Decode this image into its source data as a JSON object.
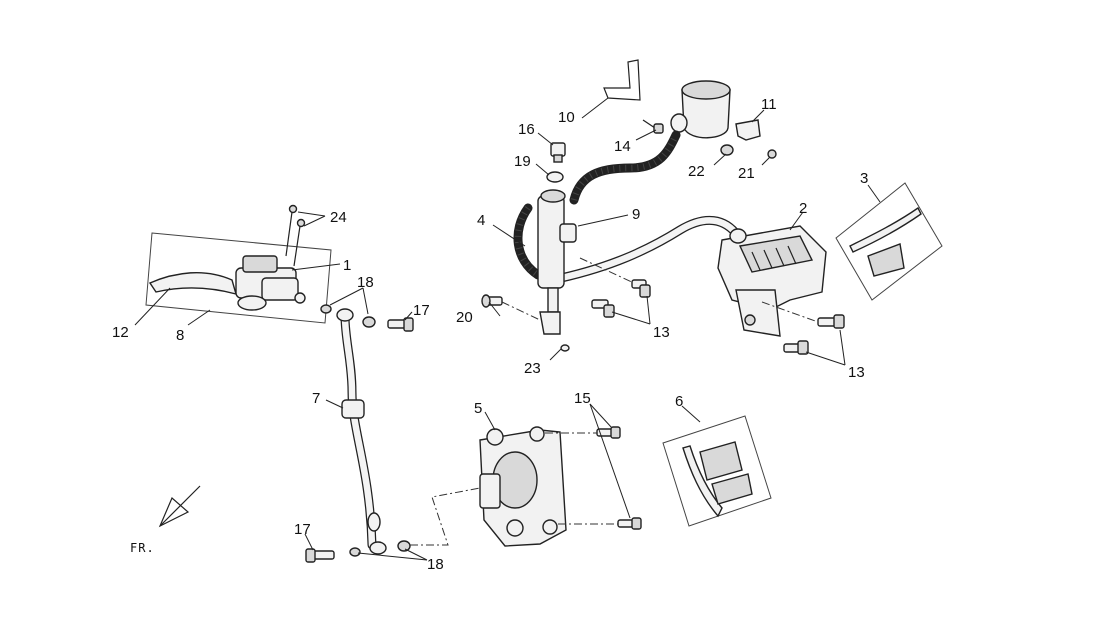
{
  "diagram": {
    "callouts": {
      "c1": "1",
      "c2": "2",
      "c3": "3",
      "c4": "4",
      "c5": "5",
      "c6": "6",
      "c7": "7",
      "c8": "8",
      "c9": "9",
      "c10": "10",
      "c11": "11",
      "c12": "12",
      "c13a": "13",
      "c13b": "13",
      "c14": "14",
      "c15": "15",
      "c16": "16",
      "c17a": "17",
      "c17b": "17",
      "c18a": "18",
      "c18b": "18",
      "c19": "19",
      "c20": "20",
      "c21": "21",
      "c22": "22",
      "c23": "23",
      "c24": "24"
    },
    "direction_label": "FR."
  }
}
